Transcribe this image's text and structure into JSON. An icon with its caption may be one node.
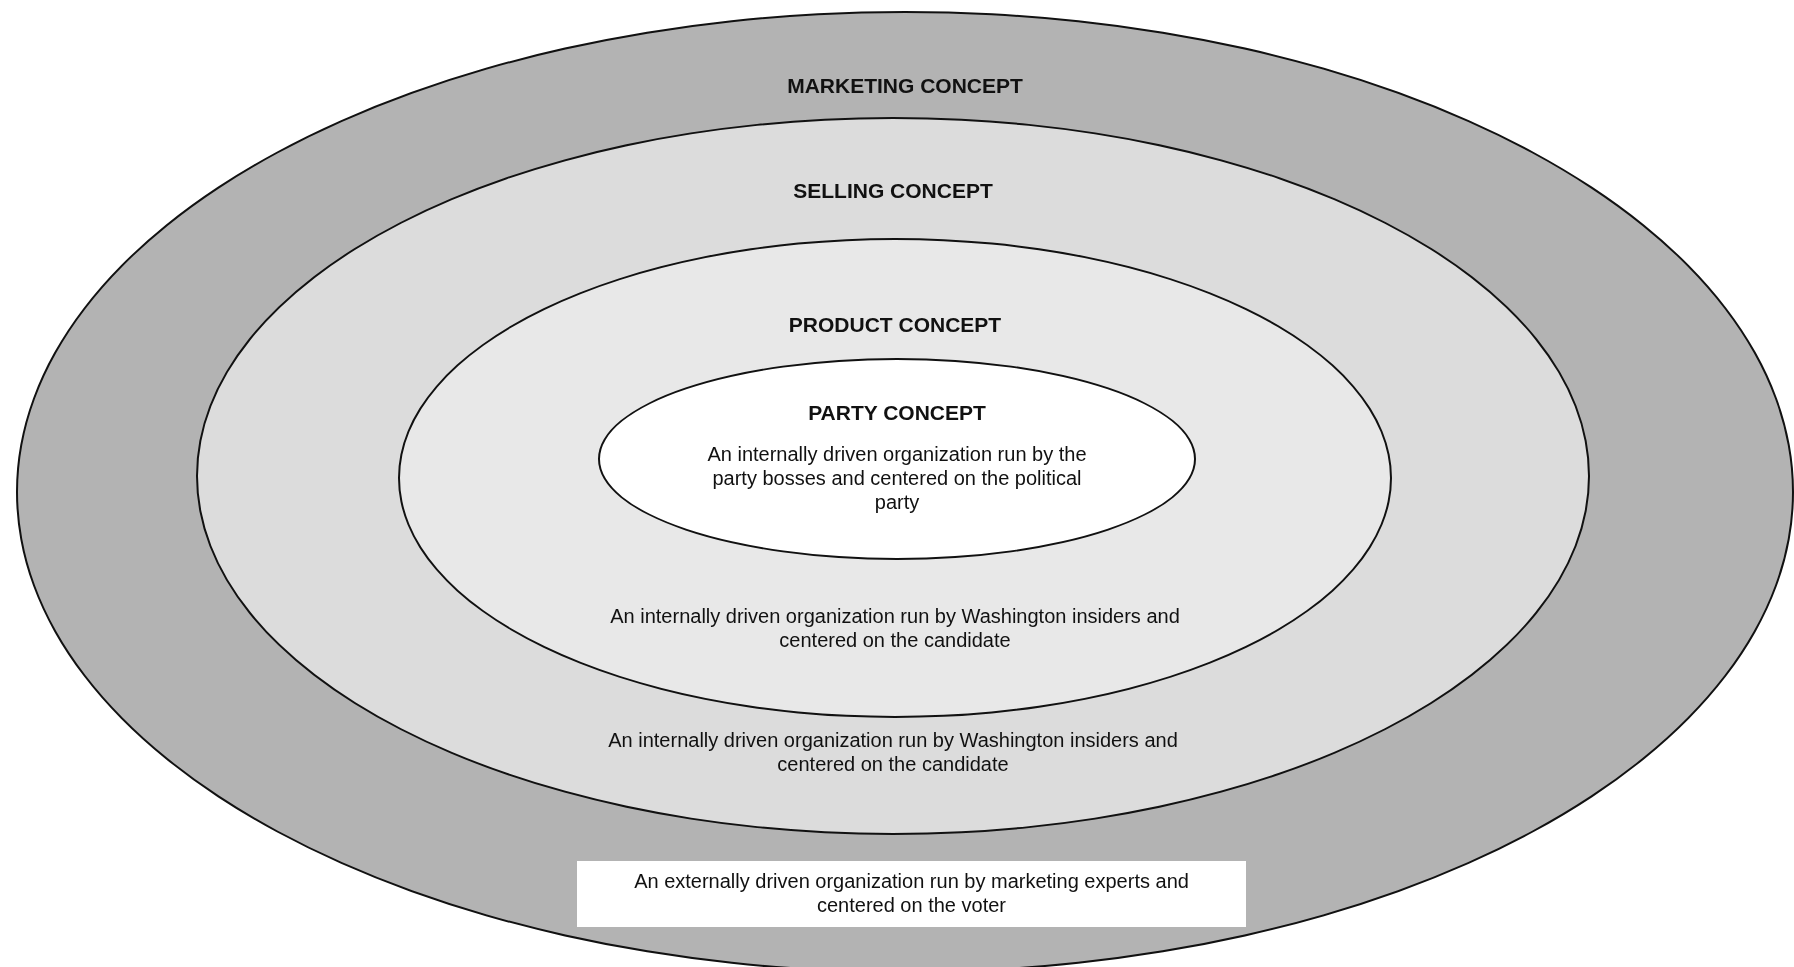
{
  "diagram": {
    "nodes": [
      {
        "text": [
          "MARKETING CONCEPT"
        ]
      },
      {
        "text": [
          "An externally driven organization run by marketing experts and centered on the voter"
        ],
        "in": 0
      },
      {
        "text": [
          "SELLING CONCEPT",
          "An internally driven organization run by Washington insiders and centered on the candidate"
        ],
        "in": 0
      },
      {
        "text": [
          "PRODUCT CONCEPT",
          "An internally driven organization run by Washington insiders and centered on the candidate"
        ],
        "in": 2
      },
      {
        "text": [
          "PARTY CONCEPT",
          "An internally driven organization run by the party bosses and centered on the political party"
        ],
        "in": 3
      }
    ]
  }
}
